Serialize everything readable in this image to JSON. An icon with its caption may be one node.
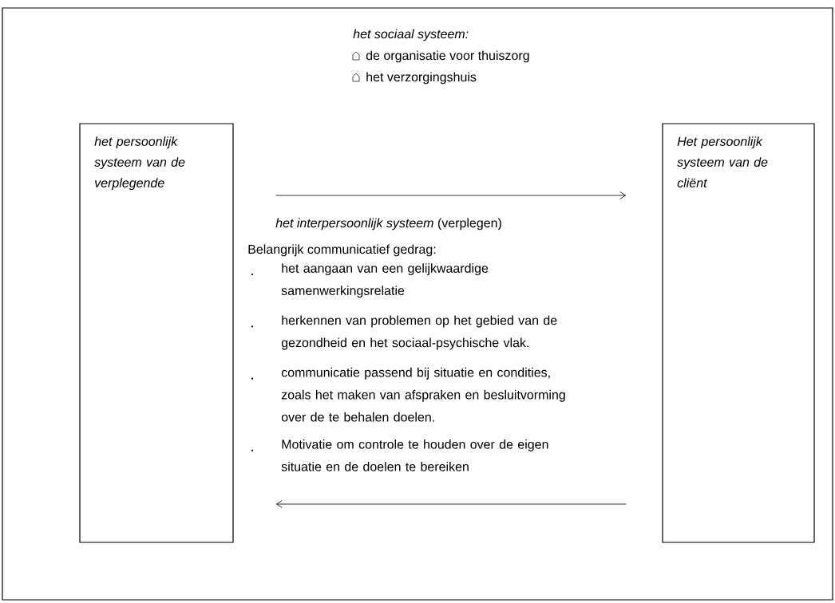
{
  "diagram": {
    "nodes": [
      {
        "text": [
          "het sociaal systeem:",
          "de organisatie voor thuiszorg",
          "het verzorgingshuis"
        ]
      },
      {
        "text": [
          "het persoonlijk systeem van de verplegende"
        ],
        "in": 0
      },
      {
        "text": [
          "Het persoonlijk systeem van de cliënt"
        ],
        "in": 0
      }
    ],
    "edges": [
      {
        "from": 1,
        "to": 2,
        "arrow": "to"
      },
      {
        "from": 2,
        "to": 1,
        "arrow": "to"
      }
    ],
    "labels": [
      "*het interpersoonlijk systeem* (verplegen)",
      "Belangrijk communicatief gedrag:",
      "het aangaan van een gelijkwaardige samenwerkingsrelatie",
      "herkennen van problemen op het gebied van de gezondheid en het sociaal-psychische vlak.",
      "communicatie passend bij situatie en condities, zoals het maken van afspraken en besluitvorming over de te behalen doelen.",
      "Motivatie om controle te houden over de eigen situatie en de doelen te bereiken"
    ]
  }
}
